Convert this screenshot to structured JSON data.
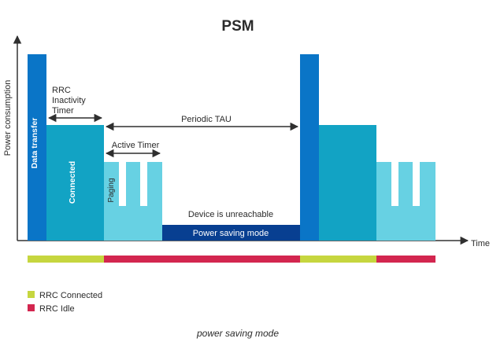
{
  "title": "PSM",
  "caption": "power saving mode",
  "axes": {
    "y_label": "Power consumption",
    "x_label": "Time"
  },
  "segments": {
    "data_transfer": "Data transfer",
    "connected": "Connected",
    "paging": "Paging",
    "power_saving_mode": "Power saving mode",
    "device_unreachable": "Device is unreachable"
  },
  "annotations": {
    "rrc_inactivity_timer": [
      "RRC",
      "Inactivity",
      "Timer"
    ],
    "periodic_tau": "Periodic TAU",
    "active_timer": "Active Timer"
  },
  "legend": [
    {
      "label": "RRC Connected",
      "color": "#c6d63f"
    },
    {
      "label": "RRC Idle",
      "color": "#d3264f"
    }
  ],
  "colors": {
    "data_transfer": "#0a75c7",
    "connected": "#12a3c4",
    "paging": "#67d1e3",
    "psm": "#083f91",
    "axis": "#333333",
    "arrow": "#2f2f2f"
  }
}
